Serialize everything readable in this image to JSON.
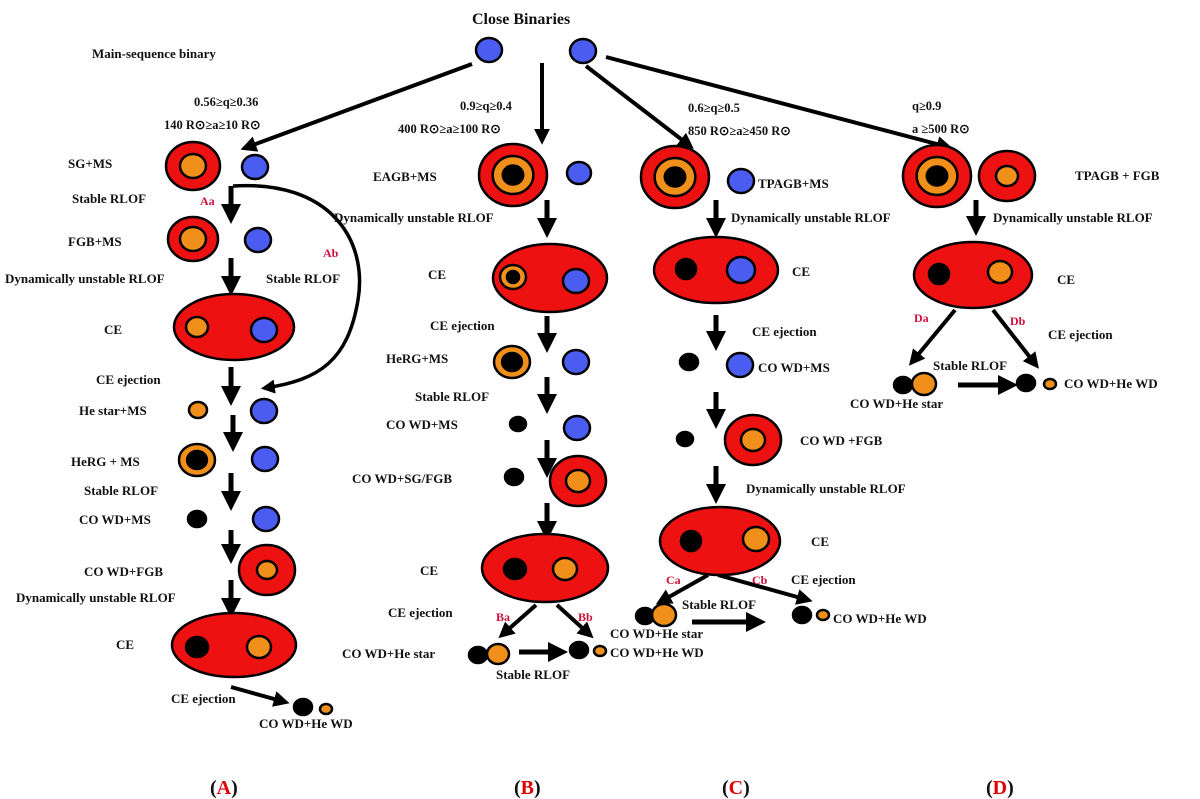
{
  "title": "Close Binaries",
  "subtitle": "Main-sequence binary",
  "colors": {
    "ms_star": "#4b5cf0",
    "envelope": "#ee1111",
    "helium": "#f0901a",
    "core": "#000000",
    "outline": "#000000",
    "branch_label": "#d0103a",
    "panel_letter": "#e00000"
  },
  "conditions": {
    "A": {
      "q": "0.56≥q≥0.36",
      "a": "140 R⊙≥a≥10 R⊙"
    },
    "B": {
      "q": "0.9≥q≥0.4",
      "a": "400 R⊙≥a≥100 R⊙"
    },
    "C": {
      "q": "0.6≥q≥0.5",
      "a": "850 R⊙≥a≥450 R⊙"
    },
    "D": {
      "q": "q≥0.9",
      "a": "a ≥500 R⊙"
    }
  },
  "channel_A": {
    "states": [
      "SG+MS",
      "FGB+MS",
      "CE",
      "He star+MS",
      "HeRG + MS",
      "CO WD+MS",
      "CO WD+FGB",
      "CE",
      "CO WD+He WD"
    ],
    "transitions": [
      "Stable RLOF",
      "Dynamically unstable RLOF",
      "CE ejection",
      "Stable RLOF",
      "Stable RLOF",
      "Dynamically unstable RLOF",
      "CE ejection"
    ],
    "branches": [
      "Aa",
      "Ab"
    ]
  },
  "channel_B": {
    "states": [
      "EAGB+MS",
      "CE",
      "HeRG+MS",
      "CO WD+MS",
      "CO WD+SG/FGB",
      "CE",
      "CO WD+He star",
      "CO WD+He WD"
    ],
    "transitions": [
      "Dynamically unstable RLOF",
      "CE ejection",
      "Stable RLOF",
      "CE ejection",
      "Stable RLOF"
    ],
    "branches": [
      "Ba",
      "Bb"
    ]
  },
  "channel_C": {
    "states": [
      "TPAGB+MS",
      "CE",
      "CO WD+MS",
      "CO WD +FGB",
      "CE",
      "CO WD+He star",
      "CO WD+He WD"
    ],
    "transitions": [
      "Dynamically unstable RLOF",
      "CE ejection",
      "Dynamically unstable RLOF",
      "CE ejection",
      "Stable RLOF"
    ],
    "branches": [
      "Ca",
      "Cb"
    ]
  },
  "channel_D": {
    "states": [
      "TPAGB + FGB",
      "CE",
      "CO WD+He star",
      "CO WD+He WD"
    ],
    "transitions": [
      "Dynamically unstable RLOF",
      "CE ejection",
      "Stable RLOF"
    ],
    "branches": [
      "Da",
      "Db"
    ]
  },
  "panels": [
    {
      "open": "(",
      "letter": "A",
      "close": ")"
    },
    {
      "open": "(",
      "letter": "B",
      "close": ")"
    },
    {
      "open": "(",
      "letter": "C",
      "close": ")"
    },
    {
      "open": "(",
      "letter": "D",
      "close": ")"
    }
  ]
}
